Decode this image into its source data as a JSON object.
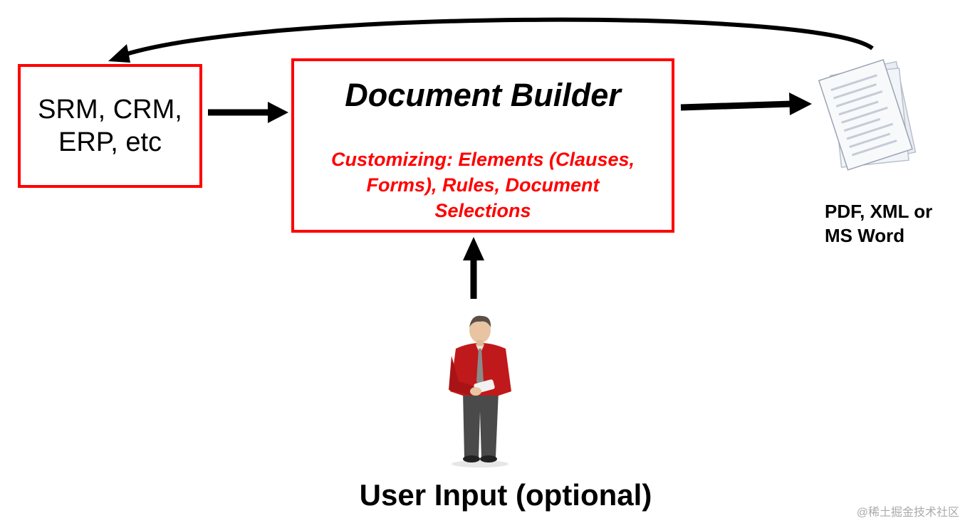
{
  "nodes": {
    "source_systems": {
      "line1": "SRM, CRM,",
      "line2": "ERP, etc"
    },
    "document_builder": {
      "title": "Document Builder",
      "subtitle_line1": "Customizing: Elements (Clauses,",
      "subtitle_line2": "Forms), Rules, Document",
      "subtitle_line3": "Selections"
    },
    "output": {
      "line1": "PDF,  XML or",
      "line2": "MS Word"
    },
    "user": {
      "label": "User Input (optional)"
    }
  },
  "watermark": "@稀土掘金技术社区",
  "colors": {
    "box_border": "#ff0000",
    "subtitle": "#ff0000",
    "arrow": "#000000",
    "shirt": "#c0191b"
  },
  "icons": {
    "output": "document-stack-icon",
    "user": "person-icon"
  }
}
